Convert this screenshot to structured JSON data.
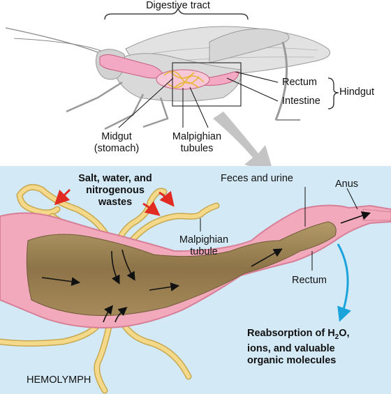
{
  "labels": {
    "digestive_tract": "Digestive tract",
    "rectum_top": "Rectum",
    "intestine": "Intestine",
    "hindgut": "Hindgut",
    "midgut_line1": "Midgut",
    "midgut_line2": "(stomach)",
    "malpighian_line1": "Malpighian",
    "malpighian_line2": "tubules",
    "salt_line1": "Salt, water, and",
    "salt_line2": "nitrogenous",
    "salt_line3": "wastes",
    "feces": "Feces and urine",
    "anus": "Anus",
    "tubule_line1": "Malpighian",
    "tubule_line2": "tubule",
    "rectum_bottom": "Rectum",
    "reabs_line1_a": "Reabsorption of H",
    "reabs_line1_sub": "2",
    "reabs_line1_b": "O,",
    "reabs_line2": "ions, and valuable",
    "reabs_line3": "organic molecules",
    "hemolymph": "HEMOLYMPH"
  },
  "colors": {
    "hemolymph_bg": "#d3e9f6",
    "gut_wall": "#f2a9bc",
    "gut_contents": "#9a8152",
    "tubule": "#f5d98a",
    "red_arrow": "#e02a22",
    "blue_arrow": "#1ba3dc"
  }
}
